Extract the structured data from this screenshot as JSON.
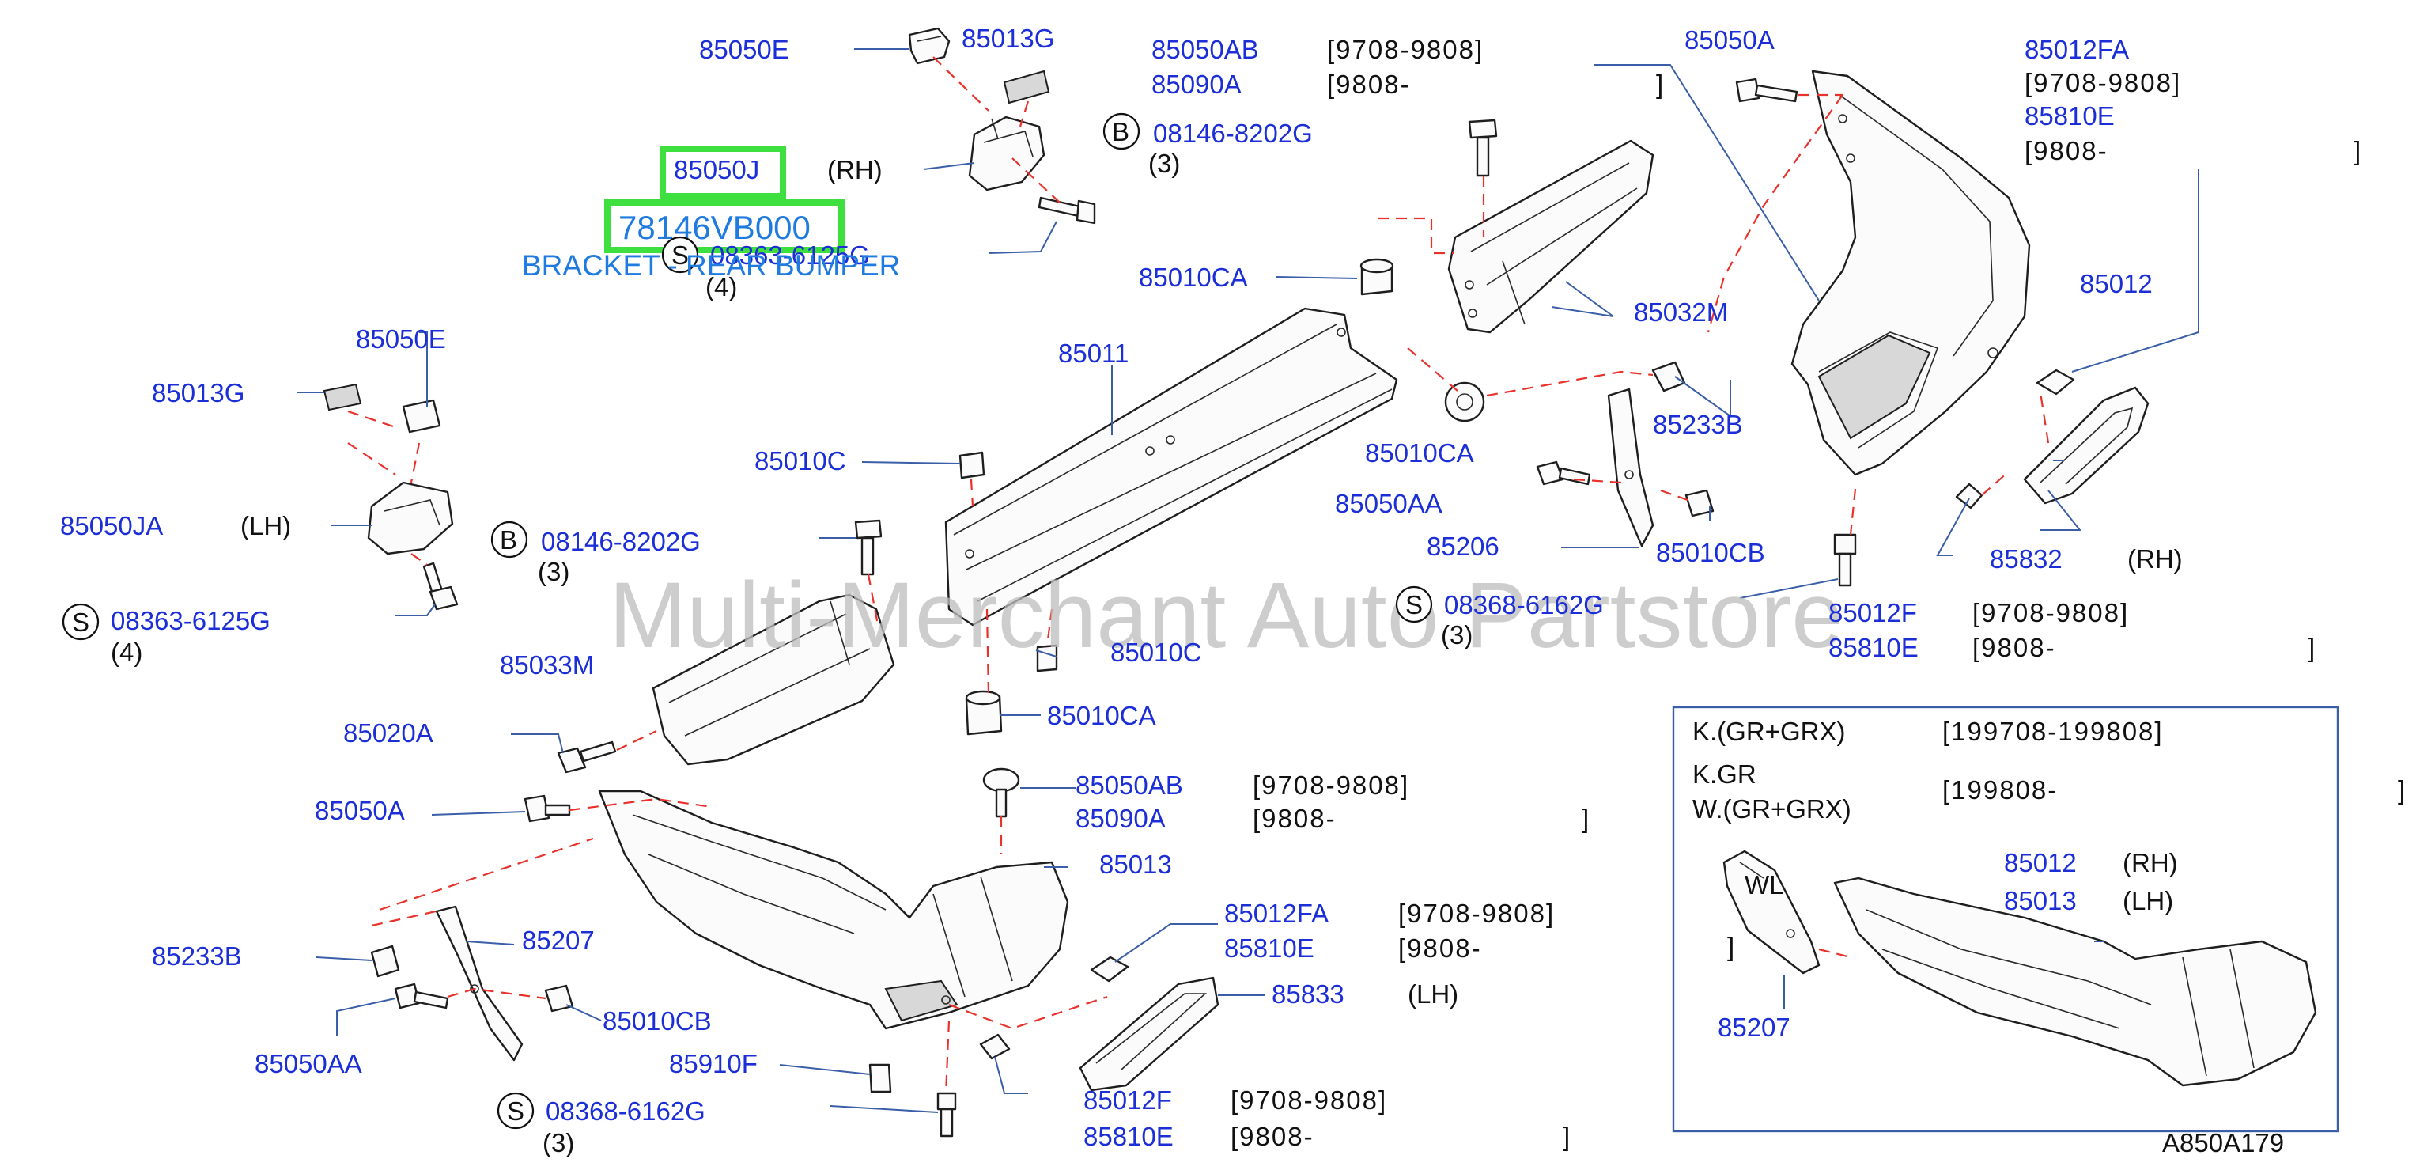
{
  "diagram": {
    "figure_code": "A850A179",
    "watermark": "Multi-Merchant Auto Partstore",
    "highlight": {
      "part_a": "85050J",
      "part_a_side": "(RH)",
      "part_b": "78146VB000",
      "part_b_desc": "BRACKET - REAR BUMPER",
      "part_b_fastener_mark": "S",
      "part_b_fastener": "08363-6125G",
      "part_b_qty": "(4)"
    },
    "labels": {
      "p85050E_top": "85050E",
      "p85013G_top": "85013G",
      "p85050AB_top": "85050AB",
      "date_9708_9808_a": "[9708-9808]",
      "p85090A_top": "85090A",
      "date_9808_a": "[9808-",
      "bracket_close_a": "]",
      "mark_B_top": "B",
      "p08146_8202G_top": "08146-8202G",
      "qty3_top": "(3)",
      "p85050A_top": "85050A",
      "p85012FA_top": "85012FA",
      "date_9708_9808_b": "[9708-9808]",
      "p85810E_top": "85810E",
      "date_9808_b": "[9808-",
      "bracket_close_b": "]",
      "p85010CA_a": "85010CA",
      "p85032M": "85032M",
      "p85012": "85012",
      "p85050E_left": "85050E",
      "p85013G_left": "85013G",
      "p85011": "85011",
      "p85233B_right": "85233B",
      "p85010CA_b": "85010CA",
      "p85010C_a": "85010C",
      "p85050JA": "85050JA",
      "lh_a": "(LH)",
      "p85050AA_right": "85050AA",
      "p85010CB_right": "85010CB",
      "mark_B_mid": "B",
      "p08146_8202G_mid": "08146-8202G",
      "qty3_mid": "(3)",
      "p85206": "85206",
      "p85832": "85832",
      "rh_b": "(RH)",
      "mark_S_right": "S",
      "p08368_6162G_right": "08368-6162G",
      "qty3_right": "(3)",
      "mark_S_left": "S",
      "p08363_6125G_left": "08363-6125G",
      "qty4_left": "(4)",
      "p85012F_right": "85012F",
      "date_9708_9808_c": "[9708-9808]",
      "p85810E_right": "85810E",
      "date_9808_c": "[9808-",
      "bracket_close_c": "]",
      "p85033M": "85033M",
      "p85010C_b": "85010C",
      "p85010CA_c": "85010CA",
      "p85020A": "85020A",
      "p85050AB_mid": "85050AB",
      "date_9708_9808_d": "[9708-9808]",
      "p85090A_mid": "85090A",
      "date_9808_d": "[9808-",
      "bracket_close_d": "]",
      "p85050A_left": "85050A",
      "p85013": "85013",
      "p85012FA_mid": "85012FA",
      "date_9708_9808_e": "[9708-9808]",
      "p85810E_mid": "85810E",
      "date_9808_e": "[9808-",
      "p85233B_left": "85233B",
      "p85207": "85207",
      "p85833": "85833",
      "lh_b": "(LH)",
      "p85010CB_left": "85010CB",
      "p85050AA_left": "85050AA",
      "p85910F": "85910F",
      "p85012F_bottom": "85012F",
      "date_9708_9808_f": "[9708-9808]",
      "mark_S_bottom": "S",
      "p08368_6162G_bottom": "08368-6162G",
      "qty3_bottom": "(3)",
      "p85810E_bottom": "85810E",
      "date_9808_f": "[9808-",
      "bracket_close_f": "]"
    },
    "inset": {
      "model_a": "K.(GR+GRX)",
      "date_a": "[199708-199808]",
      "model_b1": "K.GR",
      "model_b2": "W.(GR+GRX)",
      "date_b": "[199808-",
      "bracket_close": "]",
      "bracket_close_2": "]",
      "p85012": "85012",
      "rh": "(RH)",
      "p85013": "85013",
      "lh": "(LH)",
      "p85207": "85207",
      "stamp": "WL"
    },
    "colors": {
      "part_number": "#1c2fd6",
      "highlight_box": "#3ee040",
      "highlight_text": "#1f7be0",
      "assembly_line": "#e8322b",
      "leader": "#3a5fa8"
    }
  }
}
